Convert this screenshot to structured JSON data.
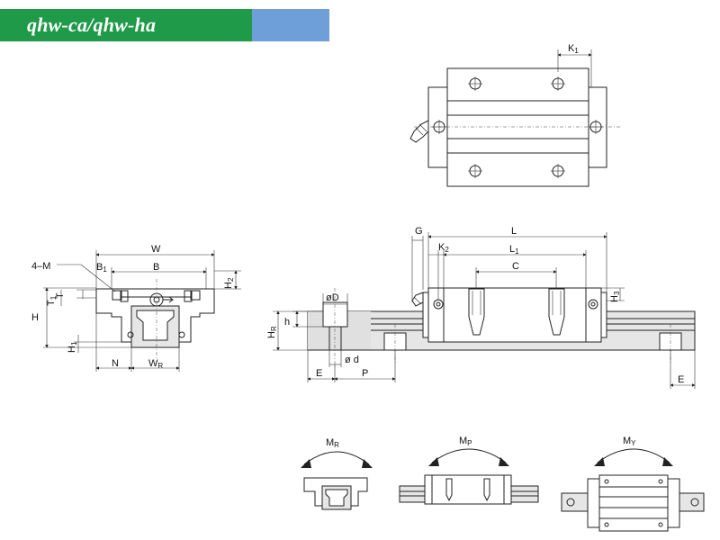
{
  "header": {
    "title": "qhw-ca/qhw-ha",
    "colors": {
      "green": "#1e9a48",
      "blue": "#6f9fd8"
    }
  },
  "labels": {
    "K1": "K",
    "K1_sub": "1",
    "W": "W",
    "B": "B",
    "B1": "B",
    "B1_sub": "1",
    "M": "4–M",
    "T": "T",
    "T1": "T",
    "T1_sub": "1",
    "H": "H",
    "H1": "H",
    "H1_sub": "1",
    "H2": "H",
    "H2_sub": "2",
    "N": "N",
    "WR": "W",
    "WR_sub": "R",
    "G": "G",
    "L": "L",
    "K2": "K",
    "K2_sub": "2",
    "L1": "L",
    "L1_sub": "1",
    "C": "C",
    "H3": "H",
    "H3_sub": "3",
    "HR": "H",
    "HR_sub": "R",
    "h": "h",
    "D": "øD",
    "d": "ø d",
    "E": "E",
    "P": "P",
    "E2": "E",
    "MR": "M",
    "MR_sub": "R",
    "MP": "M",
    "MP_sub": "P",
    "MY": "M",
    "MY_sub": "Y"
  }
}
